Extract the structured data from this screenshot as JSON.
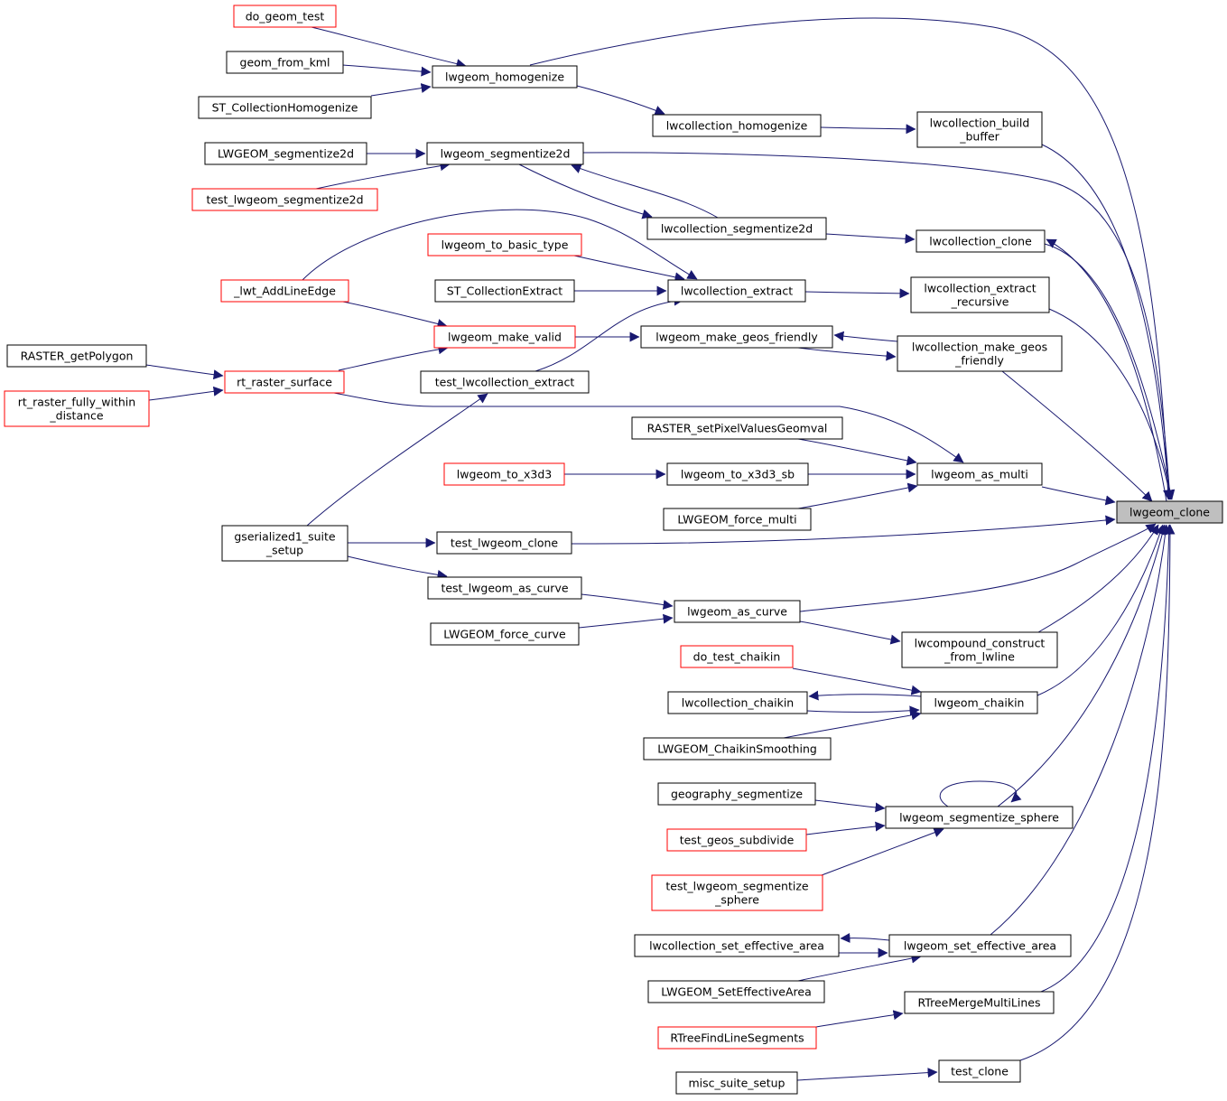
{
  "graph": {
    "type": "caller graph",
    "colors": {
      "edge": "#191970",
      "node_border": "#000000",
      "truncated_border": "#ff0000",
      "focus_fill": "#bfbfbf",
      "background": "#ffffff"
    },
    "focus_node": "lwgeom_clone",
    "nodes": [
      {
        "id": "do_geom_test",
        "lines": [
          "do_geom_test"
        ],
        "truncated": true
      },
      {
        "id": "geom_from_kml",
        "lines": [
          "geom_from_kml"
        ]
      },
      {
        "id": "ST_CollectionHomogenize",
        "lines": [
          "ST_CollectionHomogenize"
        ]
      },
      {
        "id": "lwgeom_homogenize",
        "lines": [
          "lwgeom_homogenize"
        ]
      },
      {
        "id": "lwcollection_homogenize",
        "lines": [
          "lwcollection_homogenize"
        ]
      },
      {
        "id": "lwcollection_build_buffer",
        "lines": [
          "lwcollection_build",
          "_buffer"
        ]
      },
      {
        "id": "LWGEOM_segmentize2d",
        "lines": [
          "LWGEOM_segmentize2d"
        ]
      },
      {
        "id": "test_lwgeom_segmentize2d",
        "lines": [
          "test_lwgeom_segmentize2d"
        ],
        "truncated": true
      },
      {
        "id": "lwgeom_segmentize2d",
        "lines": [
          "lwgeom_segmentize2d"
        ]
      },
      {
        "id": "lwcollection_segmentize2d",
        "lines": [
          "lwcollection_segmentize2d"
        ]
      },
      {
        "id": "lwcollection_clone",
        "lines": [
          "lwcollection_clone"
        ]
      },
      {
        "id": "lwgeom_to_basic_type",
        "lines": [
          "lwgeom_to_basic_type"
        ],
        "truncated": true
      },
      {
        "id": "_lwt_AddLineEdge",
        "lines": [
          "_lwt_AddLineEdge"
        ],
        "truncated": true
      },
      {
        "id": "ST_CollectionExtract",
        "lines": [
          "ST_CollectionExtract"
        ]
      },
      {
        "id": "lwcollection_extract",
        "lines": [
          "lwcollection_extract"
        ]
      },
      {
        "id": "lwcollection_extract_recursive",
        "lines": [
          "lwcollection_extract",
          "_recursive"
        ]
      },
      {
        "id": "RASTER_getPolygon",
        "lines": [
          "RASTER_getPolygon"
        ]
      },
      {
        "id": "lwgeom_make_valid",
        "lines": [
          "lwgeom_make_valid"
        ],
        "truncated": true
      },
      {
        "id": "lwgeom_make_geos_friendly",
        "lines": [
          "lwgeom_make_geos_friendly"
        ]
      },
      {
        "id": "lwcollection_make_geos_friendly",
        "lines": [
          "lwcollection_make_geos",
          "_friendly"
        ]
      },
      {
        "id": "rt_raster_surface",
        "lines": [
          "rt_raster_surface"
        ],
        "truncated": true
      },
      {
        "id": "test_lwcollection_extract",
        "lines": [
          "test_lwcollection_extract"
        ]
      },
      {
        "id": "rt_raster_fully_within_distance",
        "lines": [
          "rt_raster_fully_within",
          "_distance"
        ],
        "truncated": true
      },
      {
        "id": "RASTER_setPixelValuesGeomval",
        "lines": [
          "RASTER_setPixelValuesGeomval"
        ]
      },
      {
        "id": "lwgeom_to_x3d3",
        "lines": [
          "lwgeom_to_x3d3"
        ],
        "truncated": true
      },
      {
        "id": "lwgeom_to_x3d3_sb",
        "lines": [
          "lwgeom_to_x3d3_sb"
        ]
      },
      {
        "id": "lwgeom_as_multi",
        "lines": [
          "lwgeom_as_multi"
        ]
      },
      {
        "id": "LWGEOM_force_multi",
        "lines": [
          "LWGEOM_force_multi"
        ]
      },
      {
        "id": "lwgeom_clone",
        "lines": [
          "lwgeom_clone"
        ],
        "focus": true
      },
      {
        "id": "gserialized1_suite_setup",
        "lines": [
          "gserialized1_suite",
          "_setup"
        ]
      },
      {
        "id": "test_lwgeom_clone",
        "lines": [
          "test_lwgeom_clone"
        ]
      },
      {
        "id": "test_lwgeom_as_curve",
        "lines": [
          "test_lwgeom_as_curve"
        ]
      },
      {
        "id": "lwgeom_as_curve",
        "lines": [
          "lwgeom_as_curve"
        ]
      },
      {
        "id": "LWGEOM_force_curve",
        "lines": [
          "LWGEOM_force_curve"
        ]
      },
      {
        "id": "lwcompound_construct_from_lwline",
        "lines": [
          "lwcompound_construct",
          "_from_lwline"
        ]
      },
      {
        "id": "do_test_chaikin",
        "lines": [
          "do_test_chaikin"
        ],
        "truncated": true
      },
      {
        "id": "lwcollection_chaikin",
        "lines": [
          "lwcollection_chaikin"
        ]
      },
      {
        "id": "lwgeom_chaikin",
        "lines": [
          "lwgeom_chaikin"
        ]
      },
      {
        "id": "LWGEOM_ChaikinSmoothing",
        "lines": [
          "LWGEOM_ChaikinSmoothing"
        ]
      },
      {
        "id": "geography_segmentize",
        "lines": [
          "geography_segmentize"
        ]
      },
      {
        "id": "lwgeom_segmentize_sphere",
        "lines": [
          "lwgeom_segmentize_sphere"
        ]
      },
      {
        "id": "test_geos_subdivide",
        "lines": [
          "test_geos_subdivide"
        ],
        "truncated": true
      },
      {
        "id": "test_lwgeom_segmentize_sphere",
        "lines": [
          "test_lwgeom_segmentize",
          "_sphere"
        ],
        "truncated": true
      },
      {
        "id": "lwcollection_set_effective_area",
        "lines": [
          "lwcollection_set_effective_area"
        ]
      },
      {
        "id": "lwgeom_set_effective_area",
        "lines": [
          "lwgeom_set_effective_area"
        ]
      },
      {
        "id": "LWGEOM_SetEffectiveArea",
        "lines": [
          "LWGEOM_SetEffectiveArea"
        ]
      },
      {
        "id": "RTreeMergeMultiLines",
        "lines": [
          "RTreeMergeMultiLines"
        ]
      },
      {
        "id": "RTreeFindLineSegments",
        "lines": [
          "RTreeFindLineSegments"
        ],
        "truncated": true
      },
      {
        "id": "test_clone",
        "lines": [
          "test_clone"
        ]
      },
      {
        "id": "misc_suite_setup",
        "lines": [
          "misc_suite_setup"
        ]
      }
    ],
    "edges": [
      [
        "do_geom_test",
        "lwgeom_homogenize"
      ],
      [
        "geom_from_kml",
        "lwgeom_homogenize"
      ],
      [
        "ST_CollectionHomogenize",
        "lwgeom_homogenize"
      ],
      [
        "lwgeom_homogenize",
        "lwgeom_clone"
      ],
      [
        "lwgeom_homogenize",
        "lwcollection_homogenize"
      ],
      [
        "lwcollection_homogenize",
        "lwcollection_build_buffer"
      ],
      [
        "lwcollection_build_buffer",
        "lwgeom_clone"
      ],
      [
        "LWGEOM_segmentize2d",
        "lwgeom_segmentize2d"
      ],
      [
        "test_lwgeom_segmentize2d",
        "lwgeom_segmentize2d"
      ],
      [
        "lwgeom_segmentize2d",
        "lwgeom_clone"
      ],
      [
        "lwgeom_segmentize2d",
        "lwcollection_segmentize2d"
      ],
      [
        "lwcollection_segmentize2d",
        "lwgeom_segmentize2d"
      ],
      [
        "lwcollection_segmentize2d",
        "lwcollection_clone"
      ],
      [
        "lwcollection_clone",
        "lwgeom_clone"
      ],
      [
        "lwgeom_clone",
        "lwcollection_clone"
      ],
      [
        "lwgeom_to_basic_type",
        "lwcollection_extract"
      ],
      [
        "_lwt_AddLineEdge",
        "lwcollection_extract"
      ],
      [
        "ST_CollectionExtract",
        "lwcollection_extract"
      ],
      [
        "test_lwcollection_extract",
        "lwcollection_extract"
      ],
      [
        "lwcollection_extract",
        "lwcollection_extract_recursive"
      ],
      [
        "lwcollection_extract_recursive",
        "lwgeom_clone"
      ],
      [
        "_lwt_AddLineEdge",
        "lwgeom_make_valid"
      ],
      [
        "rt_raster_surface",
        "lwgeom_make_valid"
      ],
      [
        "lwgeom_make_valid",
        "lwgeom_make_geos_friendly"
      ],
      [
        "lwgeom_make_geos_friendly",
        "lwcollection_make_geos_friendly"
      ],
      [
        "lwcollection_make_geos_friendly",
        "lwgeom_make_geos_friendly"
      ],
      [
        "lwcollection_make_geos_friendly",
        "lwgeom_clone"
      ],
      [
        "RASTER_getPolygon",
        "rt_raster_surface"
      ],
      [
        "rt_raster_fully_within_distance",
        "rt_raster_surface"
      ],
      [
        "rt_raster_surface",
        "lwgeom_as_multi"
      ],
      [
        "RASTER_setPixelValuesGeomval",
        "lwgeom_as_multi"
      ],
      [
        "lwgeom_to_x3d3",
        "lwgeom_to_x3d3_sb"
      ],
      [
        "lwgeom_to_x3d3_sb",
        "lwgeom_as_multi"
      ],
      [
        "LWGEOM_force_multi",
        "lwgeom_as_multi"
      ],
      [
        "lwgeom_as_multi",
        "lwgeom_clone"
      ],
      [
        "gserialized1_suite_setup",
        "test_lwcollection_extract"
      ],
      [
        "gserialized1_suite_setup",
        "test_lwgeom_clone"
      ],
      [
        "gserialized1_suite_setup",
        "test_lwgeom_as_curve"
      ],
      [
        "test_lwgeom_clone",
        "lwgeom_clone"
      ],
      [
        "test_lwgeom_as_curve",
        "lwgeom_as_curve"
      ],
      [
        "LWGEOM_force_curve",
        "lwgeom_as_curve"
      ],
      [
        "lwgeom_as_curve",
        "lwgeom_clone"
      ],
      [
        "lwgeom_as_curve",
        "lwcompound_construct_from_lwline"
      ],
      [
        "lwcompound_construct_from_lwline",
        "lwgeom_clone"
      ],
      [
        "do_test_chaikin",
        "lwgeom_chaikin"
      ],
      [
        "lwgeom_chaikin",
        "lwcollection_chaikin"
      ],
      [
        "lwcollection_chaikin",
        "lwgeom_chaikin"
      ],
      [
        "LWGEOM_ChaikinSmoothing",
        "lwgeom_chaikin"
      ],
      [
        "lwgeom_chaikin",
        "lwgeom_clone"
      ],
      [
        "geography_segmentize",
        "lwgeom_segmentize_sphere"
      ],
      [
        "test_geos_subdivide",
        "lwgeom_segmentize_sphere"
      ],
      [
        "test_lwgeom_segmentize_sphere",
        "lwgeom_segmentize_sphere"
      ],
      [
        "lwgeom_segmentize_sphere",
        "lwgeom_segmentize_sphere"
      ],
      [
        "lwgeom_segmentize_sphere",
        "lwgeom_clone"
      ],
      [
        "lwgeom_set_effective_area",
        "lwcollection_set_effective_area"
      ],
      [
        "lwcollection_set_effective_area",
        "lwgeom_set_effective_area"
      ],
      [
        "LWGEOM_SetEffectiveArea",
        "lwgeom_set_effective_area"
      ],
      [
        "lwgeom_set_effective_area",
        "lwgeom_clone"
      ],
      [
        "RTreeFindLineSegments",
        "RTreeMergeMultiLines"
      ],
      [
        "RTreeMergeMultiLines",
        "lwgeom_clone"
      ],
      [
        "misc_suite_setup",
        "test_clone"
      ],
      [
        "test_clone",
        "lwgeom_clone"
      ]
    ]
  }
}
